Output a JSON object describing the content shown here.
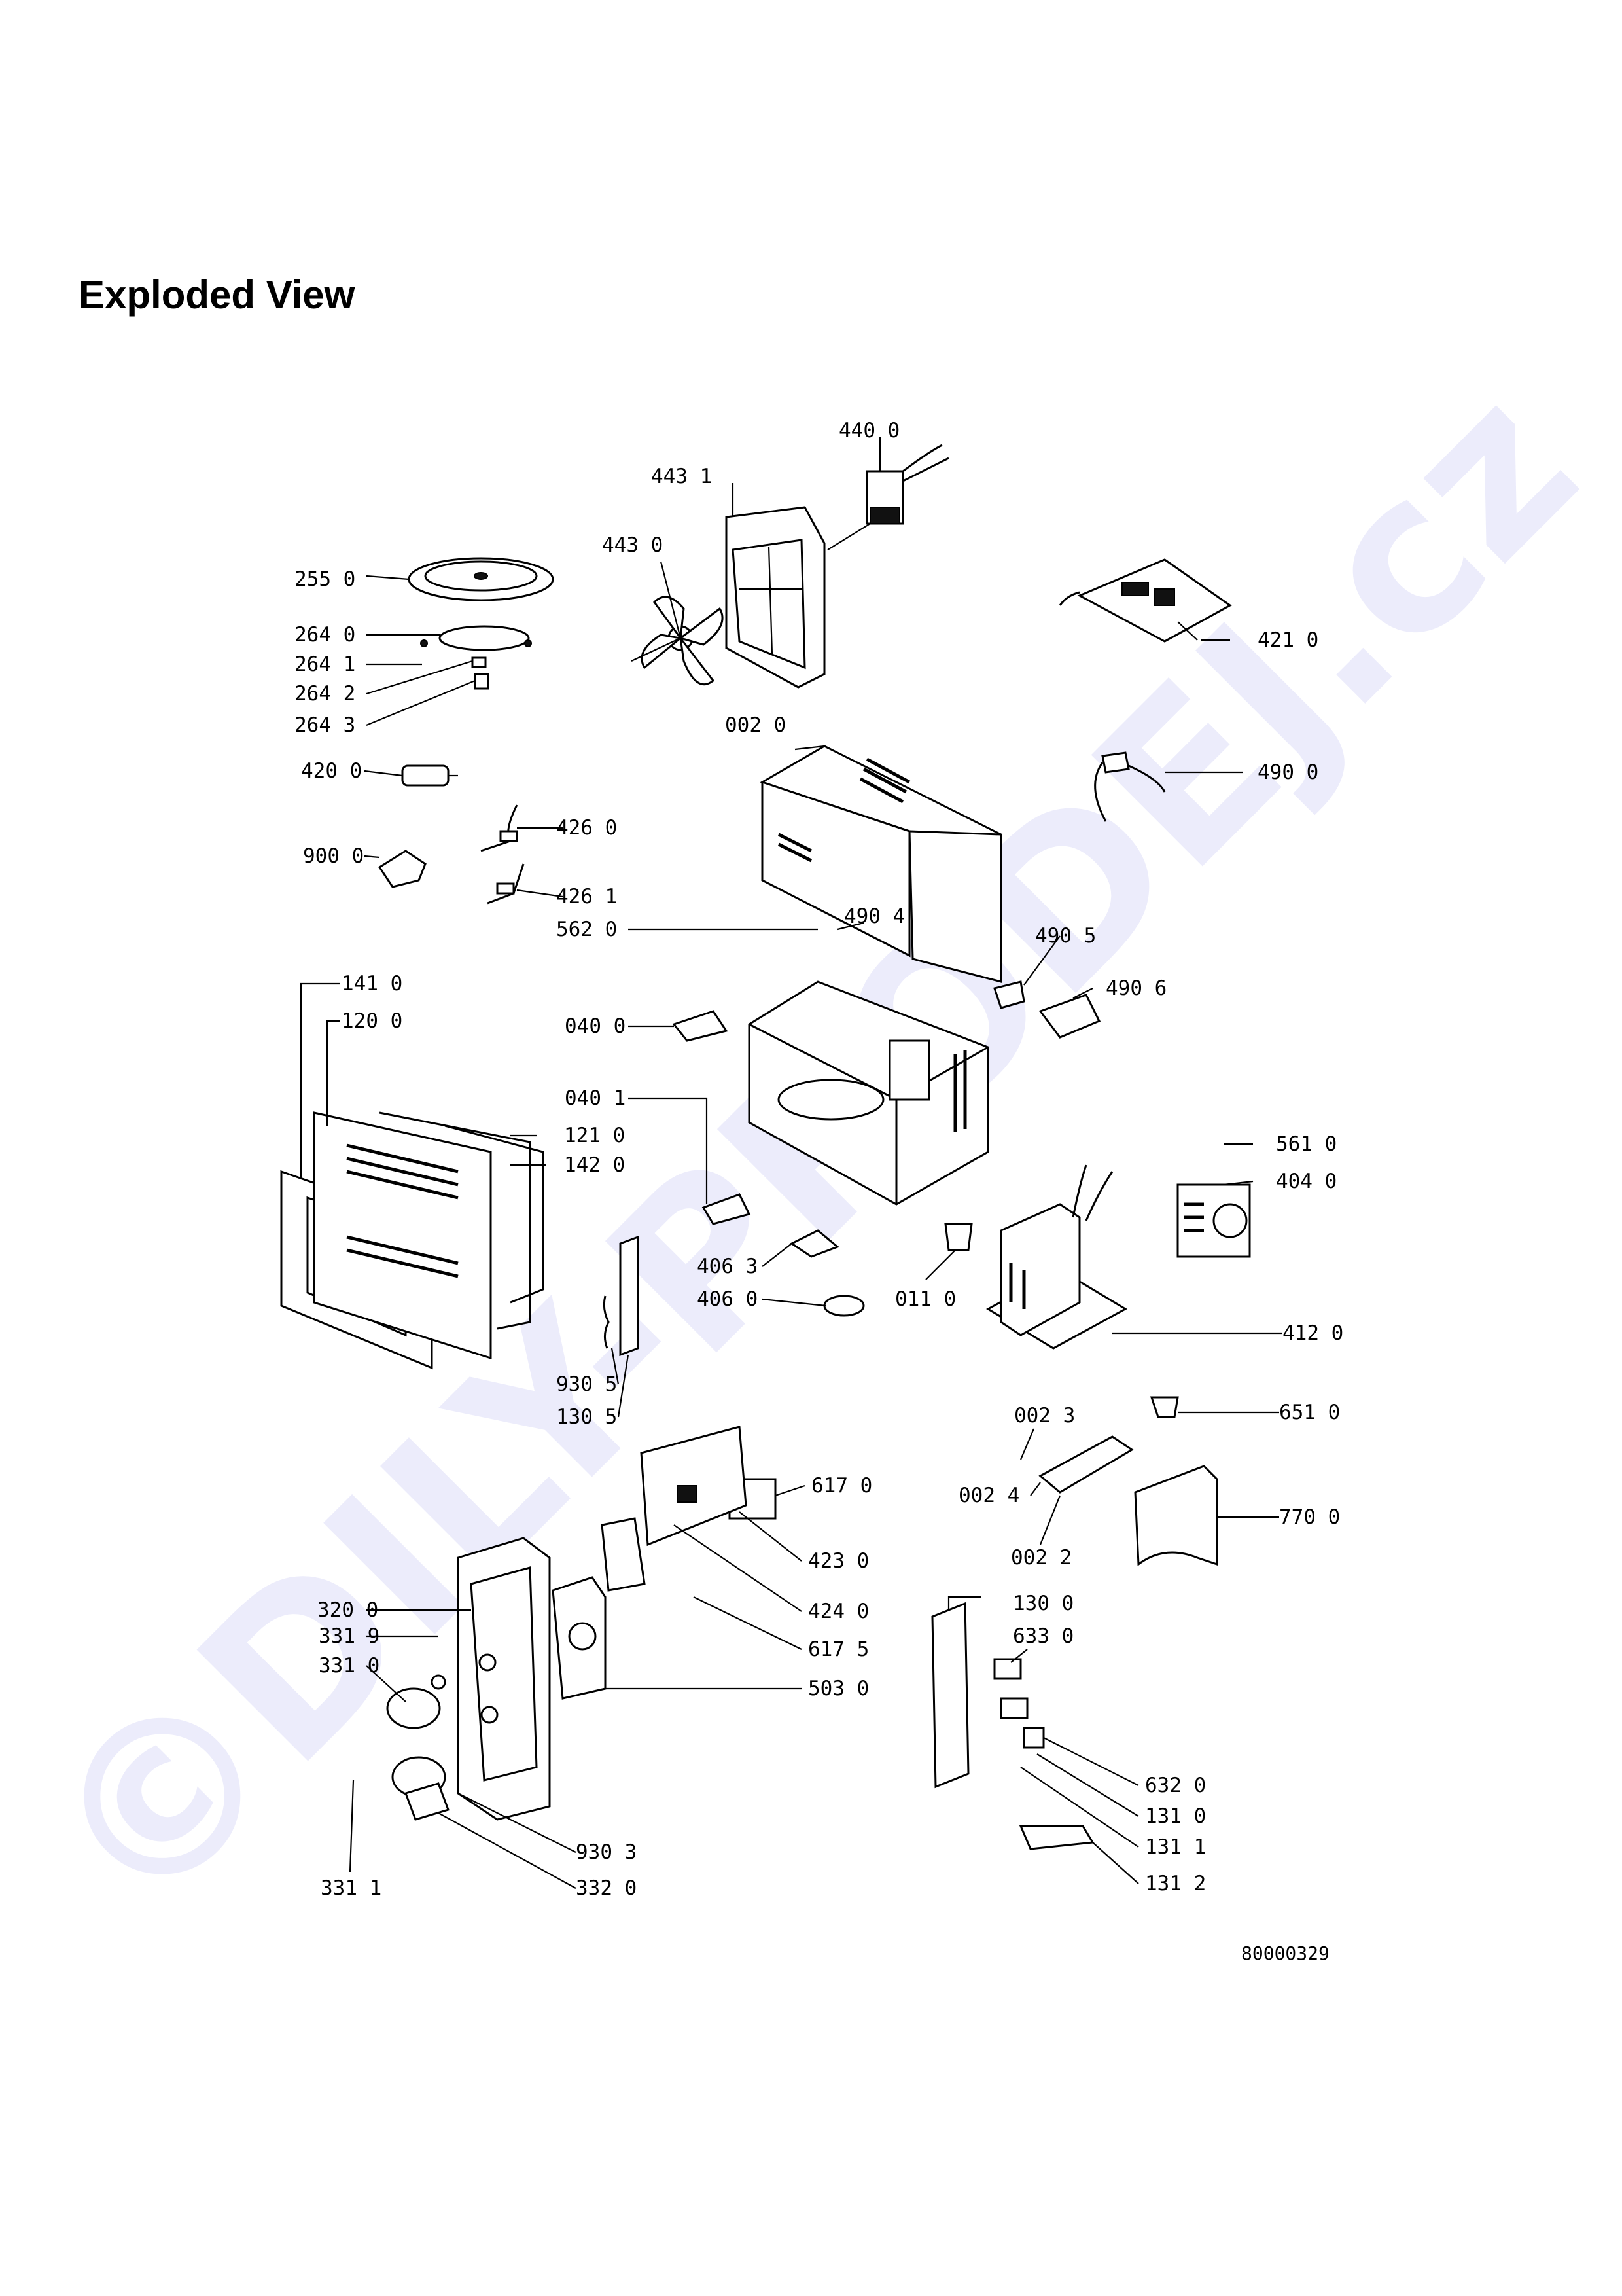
{
  "title": "Exploded View",
  "drawing_id": "80000329",
  "watermark": "©DILY-PRODEJ.cz",
  "part_labels": [
    "440 0",
    "443 1",
    "443 0",
    "255 0",
    "264 0",
    "264 1",
    "264 2",
    "264 3",
    "421 0",
    "002 0",
    "420 0",
    "426 0",
    "490 0",
    "900 0",
    "426 1",
    "562 0",
    "490 4",
    "490 5",
    "490 6",
    "141 0",
    "120 0",
    "040 0",
    "040 1",
    "561 0",
    "404 0",
    "121 0",
    "142 0",
    "406 3",
    "406 0",
    "011 0",
    "412 0",
    "930 5",
    "130 5",
    "651 0",
    "002 3",
    "617 0",
    "002 4",
    "770 0",
    "423 0",
    "002 2",
    "320 0",
    "424 0",
    "130 0",
    "331 9",
    "617 5",
    "633 0",
    "331 0",
    "503 0",
    "632 0",
    "131 0",
    "131 1",
    "930 3",
    "131 2",
    "331 1",
    "332 0"
  ]
}
